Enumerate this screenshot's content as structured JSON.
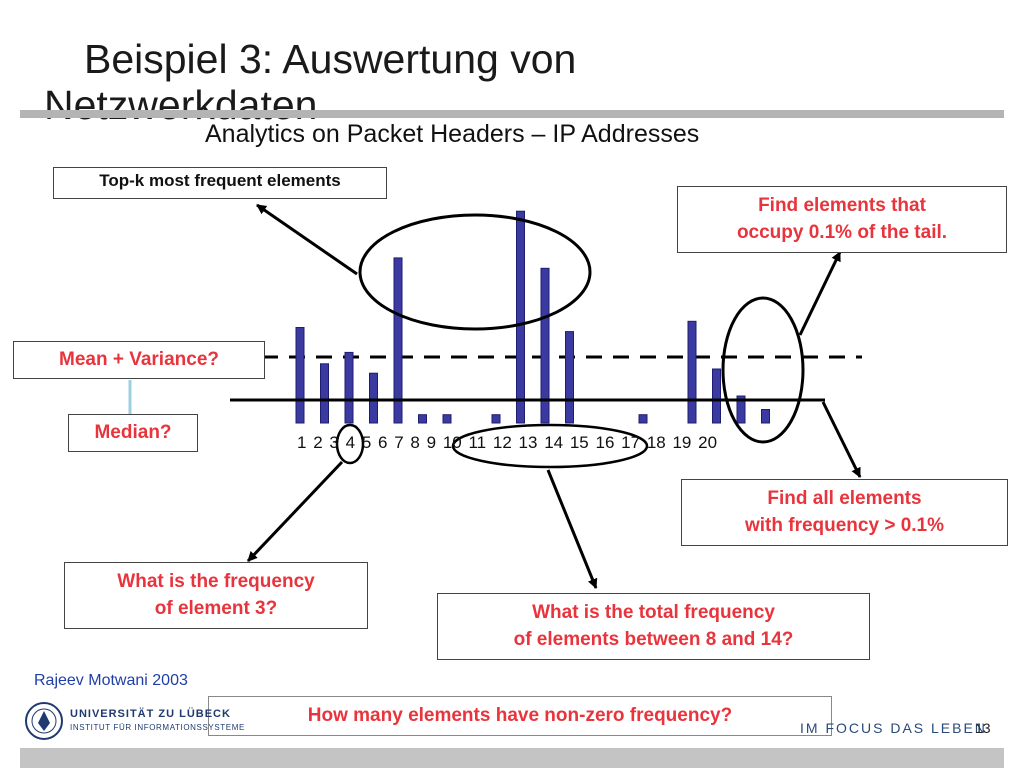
{
  "slide": {
    "title": "Beispiel 3: Auswertung von Netzwerkdaten",
    "subtitle": "Analytics on Packet Headers – IP Addresses",
    "credit": "Rajeev Motwani 2003",
    "page_number": "13",
    "university": {
      "name": "UNIVERSITÄT ZU LÜBECK",
      "institute": "INSTITUT FÜR INFORMATIONSSYSTEME",
      "motto": "IM FOCUS DAS LEBEN"
    }
  },
  "callouts": {
    "top_k": "Top-k most frequent elements",
    "tail_line1": "Find elements that",
    "tail_line2": "occupy 0.1% of the tail.",
    "mean_var": "Mean + Variance?",
    "median": "Median?",
    "threshold_line1": "Find all elements",
    "threshold_line2": "with frequency > 0.1%",
    "freq3_line1": "What is the frequency",
    "freq3_line2": "of element 3?",
    "range_line1": "What is the total frequency",
    "range_line2": "of elements between 8 and 14?",
    "nonzero": "How many elements have non-zero frequency?"
  },
  "chart_data": {
    "type": "bar",
    "categories": [
      "1",
      "2",
      "3",
      "4",
      "5",
      "6",
      "7",
      "8",
      "9",
      "10",
      "11",
      "12",
      "13",
      "14",
      "15",
      "16",
      "17",
      "18",
      "19",
      "20"
    ],
    "values": [
      92,
      57,
      68,
      48,
      159,
      8,
      8,
      0,
      8,
      204,
      149,
      88,
      0,
      0,
      8,
      0,
      98,
      52,
      26,
      13
    ],
    "ylim": [
      0,
      210
    ],
    "grid": false,
    "colors": {
      "bar": "#3a3aa0",
      "bar_stroke": "#1e1e70"
    }
  }
}
